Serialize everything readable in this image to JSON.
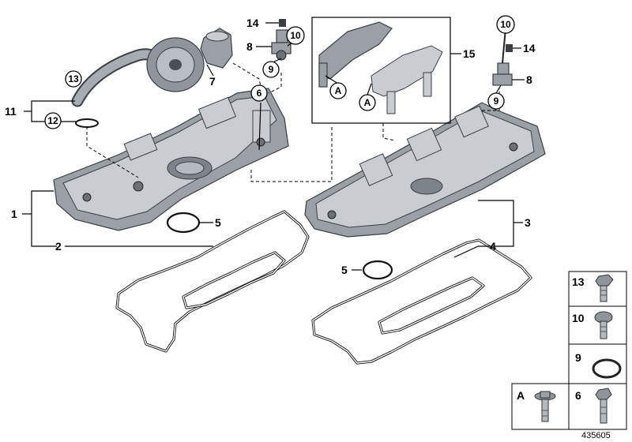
{
  "diagram": {
    "callouts": {
      "p1": "1",
      "p2": "2",
      "p3": "3",
      "p4": "4",
      "p5a": "5",
      "p5b": "5",
      "p6": "6",
      "p7": "7",
      "p8a": "8",
      "p8b": "8",
      "p9a": "9",
      "p9b": "9",
      "p10a": "10",
      "p10b": "10",
      "p11": "11",
      "p12": "12",
      "p13": "13",
      "p14a": "14",
      "p14b": "14",
      "p15": "15",
      "ra1": "A",
      "ra2": "A"
    },
    "legend": [
      {
        "key": "13"
      },
      {
        "key": "10"
      },
      {
        "key": "9"
      },
      {
        "key": "A"
      },
      {
        "key": "6"
      }
    ],
    "reference_number": "435605"
  }
}
